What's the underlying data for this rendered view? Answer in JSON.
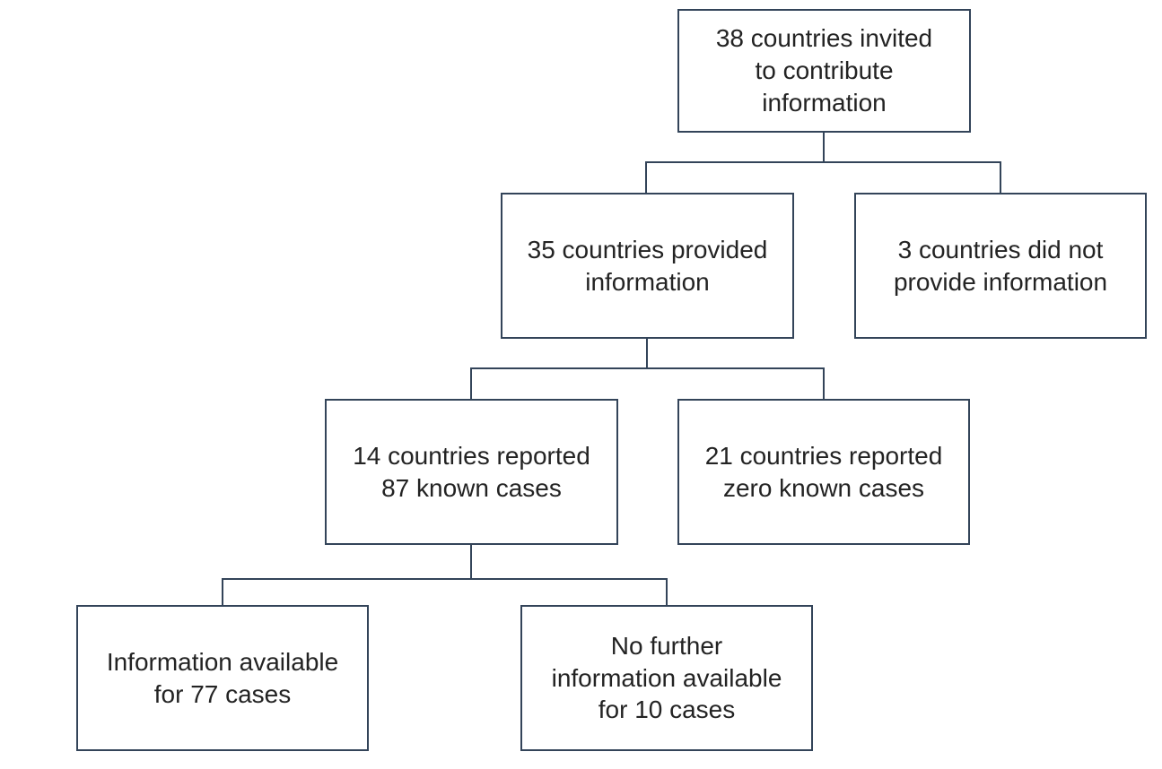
{
  "diagram": {
    "type": "flowchart",
    "description": "Study inclusion flow diagram of countries contributing case information",
    "colors": {
      "line": "#334459",
      "text": "#232323",
      "background": "#ffffff"
    },
    "boxes": [
      {
        "id": "invited",
        "label": "38 countries invited\nto contribute\ninformation"
      },
      {
        "id": "provided",
        "label": "35 countries provided\ninformation"
      },
      {
        "id": "not-provided",
        "label": "3 countries did not\nprovide information"
      },
      {
        "id": "reported-cases",
        "label": "14 countries reported\n87 known cases"
      },
      {
        "id": "zero-cases",
        "label": "21 countries reported\nzero known cases"
      },
      {
        "id": "info-available",
        "label": "Information available\nfor 77 cases"
      },
      {
        "id": "no-further-info",
        "label": "No further\ninformation available\nfor 10 cases"
      }
    ],
    "edges": [
      {
        "from": "invited",
        "to": "provided"
      },
      {
        "from": "invited",
        "to": "not-provided"
      },
      {
        "from": "provided",
        "to": "reported-cases"
      },
      {
        "from": "provided",
        "to": "zero-cases"
      },
      {
        "from": "reported-cases",
        "to": "info-available"
      },
      {
        "from": "reported-cases",
        "to": "no-further-info"
      }
    ]
  }
}
